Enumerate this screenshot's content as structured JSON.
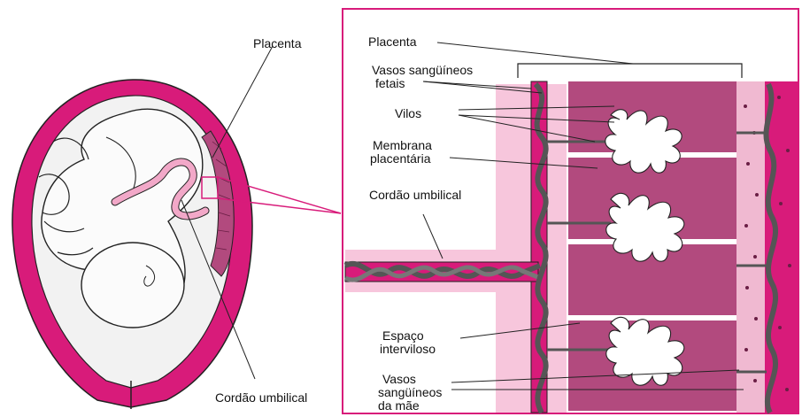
{
  "left_figure": {
    "label_placenta": "Placenta",
    "label_cord": "Cordão umbilical"
  },
  "right_figure": {
    "label_placenta": "Placenta",
    "label_fetal_vessels_1": "Vasos sangüíneos",
    "label_fetal_vessels_2": "fetais",
    "label_villi": "Vilos",
    "label_membrane_1": "Membrana",
    "label_membrane_2": "placentária",
    "label_cord": "Cordão umbilical",
    "label_intervillous_1": "Espaço",
    "label_intervillous_2": "interviloso",
    "label_maternal_vessels_1": "Vasos",
    "label_maternal_vessels_2": "sangüíneos",
    "label_maternal_vessels_3": "da mãe"
  },
  "colors": {
    "magenta": "#d81b7a",
    "light_pink": "#f7c6dc",
    "mauve": "#b24a7e",
    "dark_mauve": "#8e2f60",
    "vessel_gray": "#555555",
    "outline": "#222222"
  }
}
